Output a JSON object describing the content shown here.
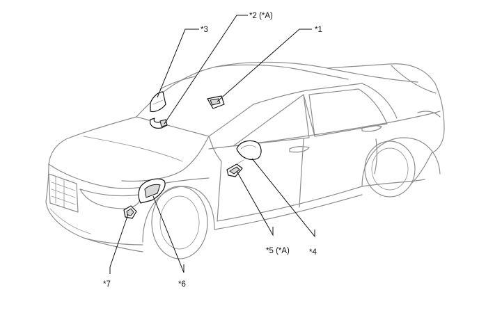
{
  "callouts": {
    "c1": "*1",
    "c2": "*2 (*A)",
    "c3": "*3",
    "c4": "*4",
    "c5": "*5 (*A)",
    "c6": "*6",
    "c7": "*7"
  },
  "colors": {
    "car_outline": "#8c8c8c",
    "part_outline": "#111111",
    "leader": "#111111",
    "background": "#ffffff"
  }
}
